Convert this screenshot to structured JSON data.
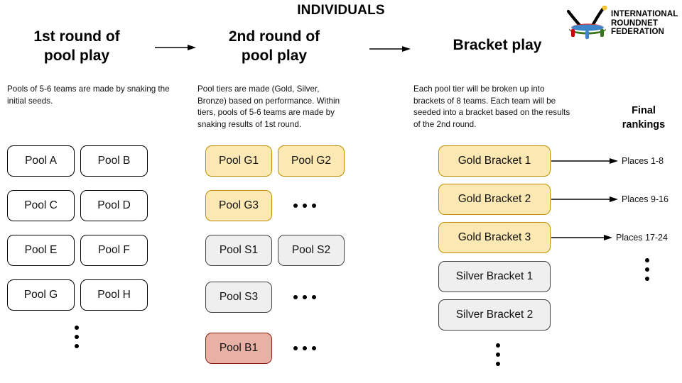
{
  "page": {
    "title": "INDIVIDUALS",
    "background": "#ffffff"
  },
  "logo": {
    "name": "international-roundnet-federation-logo",
    "line1": "INTERNATIONAL",
    "line2": "ROUNDNET",
    "line3": "FEDERATION",
    "colors": {
      "arc": "#000000",
      "ball": "#f1c232",
      "net_red": "#cc0000",
      "net_green": "#38761d",
      "net_blue": "#3d85c8",
      "net_band": "#ffffff"
    }
  },
  "columns": [
    {
      "key": "round1",
      "heading": "1st round of\npool play",
      "heading_line1": "1st round of",
      "heading_line2": "pool play",
      "description": "Pools of 5-6 teams are made by snaking the initial seeds."
    },
    {
      "key": "round2",
      "heading_line1": "2nd round of",
      "heading_line2": "pool play",
      "description": "Pool tiers are made (Gold, Silver, Bronze) based on performance. Within tiers, pools of 5-6 teams are made by snaking results of 1st round."
    },
    {
      "key": "bracket",
      "heading_line1": "Bracket play",
      "description": "Each pool tier will be broken up into brackets of 8 teams. Each team will be seeded into a bracket based on the results of the 2nd round."
    }
  ],
  "round1_pools": [
    {
      "label": "Pool A",
      "tier": "plain"
    },
    {
      "label": "Pool B",
      "tier": "plain"
    },
    {
      "label": "Pool C",
      "tier": "plain"
    },
    {
      "label": "Pool D",
      "tier": "plain"
    },
    {
      "label": "Pool E",
      "tier": "plain"
    },
    {
      "label": "Pool F",
      "tier": "plain"
    },
    {
      "label": "Pool G",
      "tier": "plain"
    },
    {
      "label": "Pool H",
      "tier": "plain"
    }
  ],
  "round2_pools": [
    {
      "label": "Pool G1",
      "tier": "gold"
    },
    {
      "label": "Pool G2",
      "tier": "gold"
    },
    {
      "label": "Pool G3",
      "tier": "gold"
    },
    {
      "label": "Pool S1",
      "tier": "silver"
    },
    {
      "label": "Pool S2",
      "tier": "silver"
    },
    {
      "label": "Pool S3",
      "tier": "silver"
    },
    {
      "label": "Pool B1",
      "tier": "bronze"
    }
  ],
  "brackets": [
    {
      "label": "Gold Bracket 1",
      "tier": "gold"
    },
    {
      "label": "Gold Bracket 2",
      "tier": "gold"
    },
    {
      "label": "Gold Bracket 3",
      "tier": "gold"
    },
    {
      "label": "Silver Bracket 1",
      "tier": "silver"
    },
    {
      "label": "Silver Bracket 2",
      "tier": "silver"
    }
  ],
  "final_rankings": {
    "heading_line1": "Final",
    "heading_line2": "rankings",
    "places": [
      "Places 1-8",
      "Places 9-16",
      "Places 17-24"
    ]
  },
  "tier_colors": {
    "gold_fill": "#fce8b2",
    "gold_border": "#bf9000",
    "silver_fill": "#efefef",
    "silver_border": "#434343",
    "bronze_fill": "#e8b1a6",
    "bronze_border": "#85200c",
    "plain_fill": "#ffffff",
    "plain_border": "#000000"
  }
}
